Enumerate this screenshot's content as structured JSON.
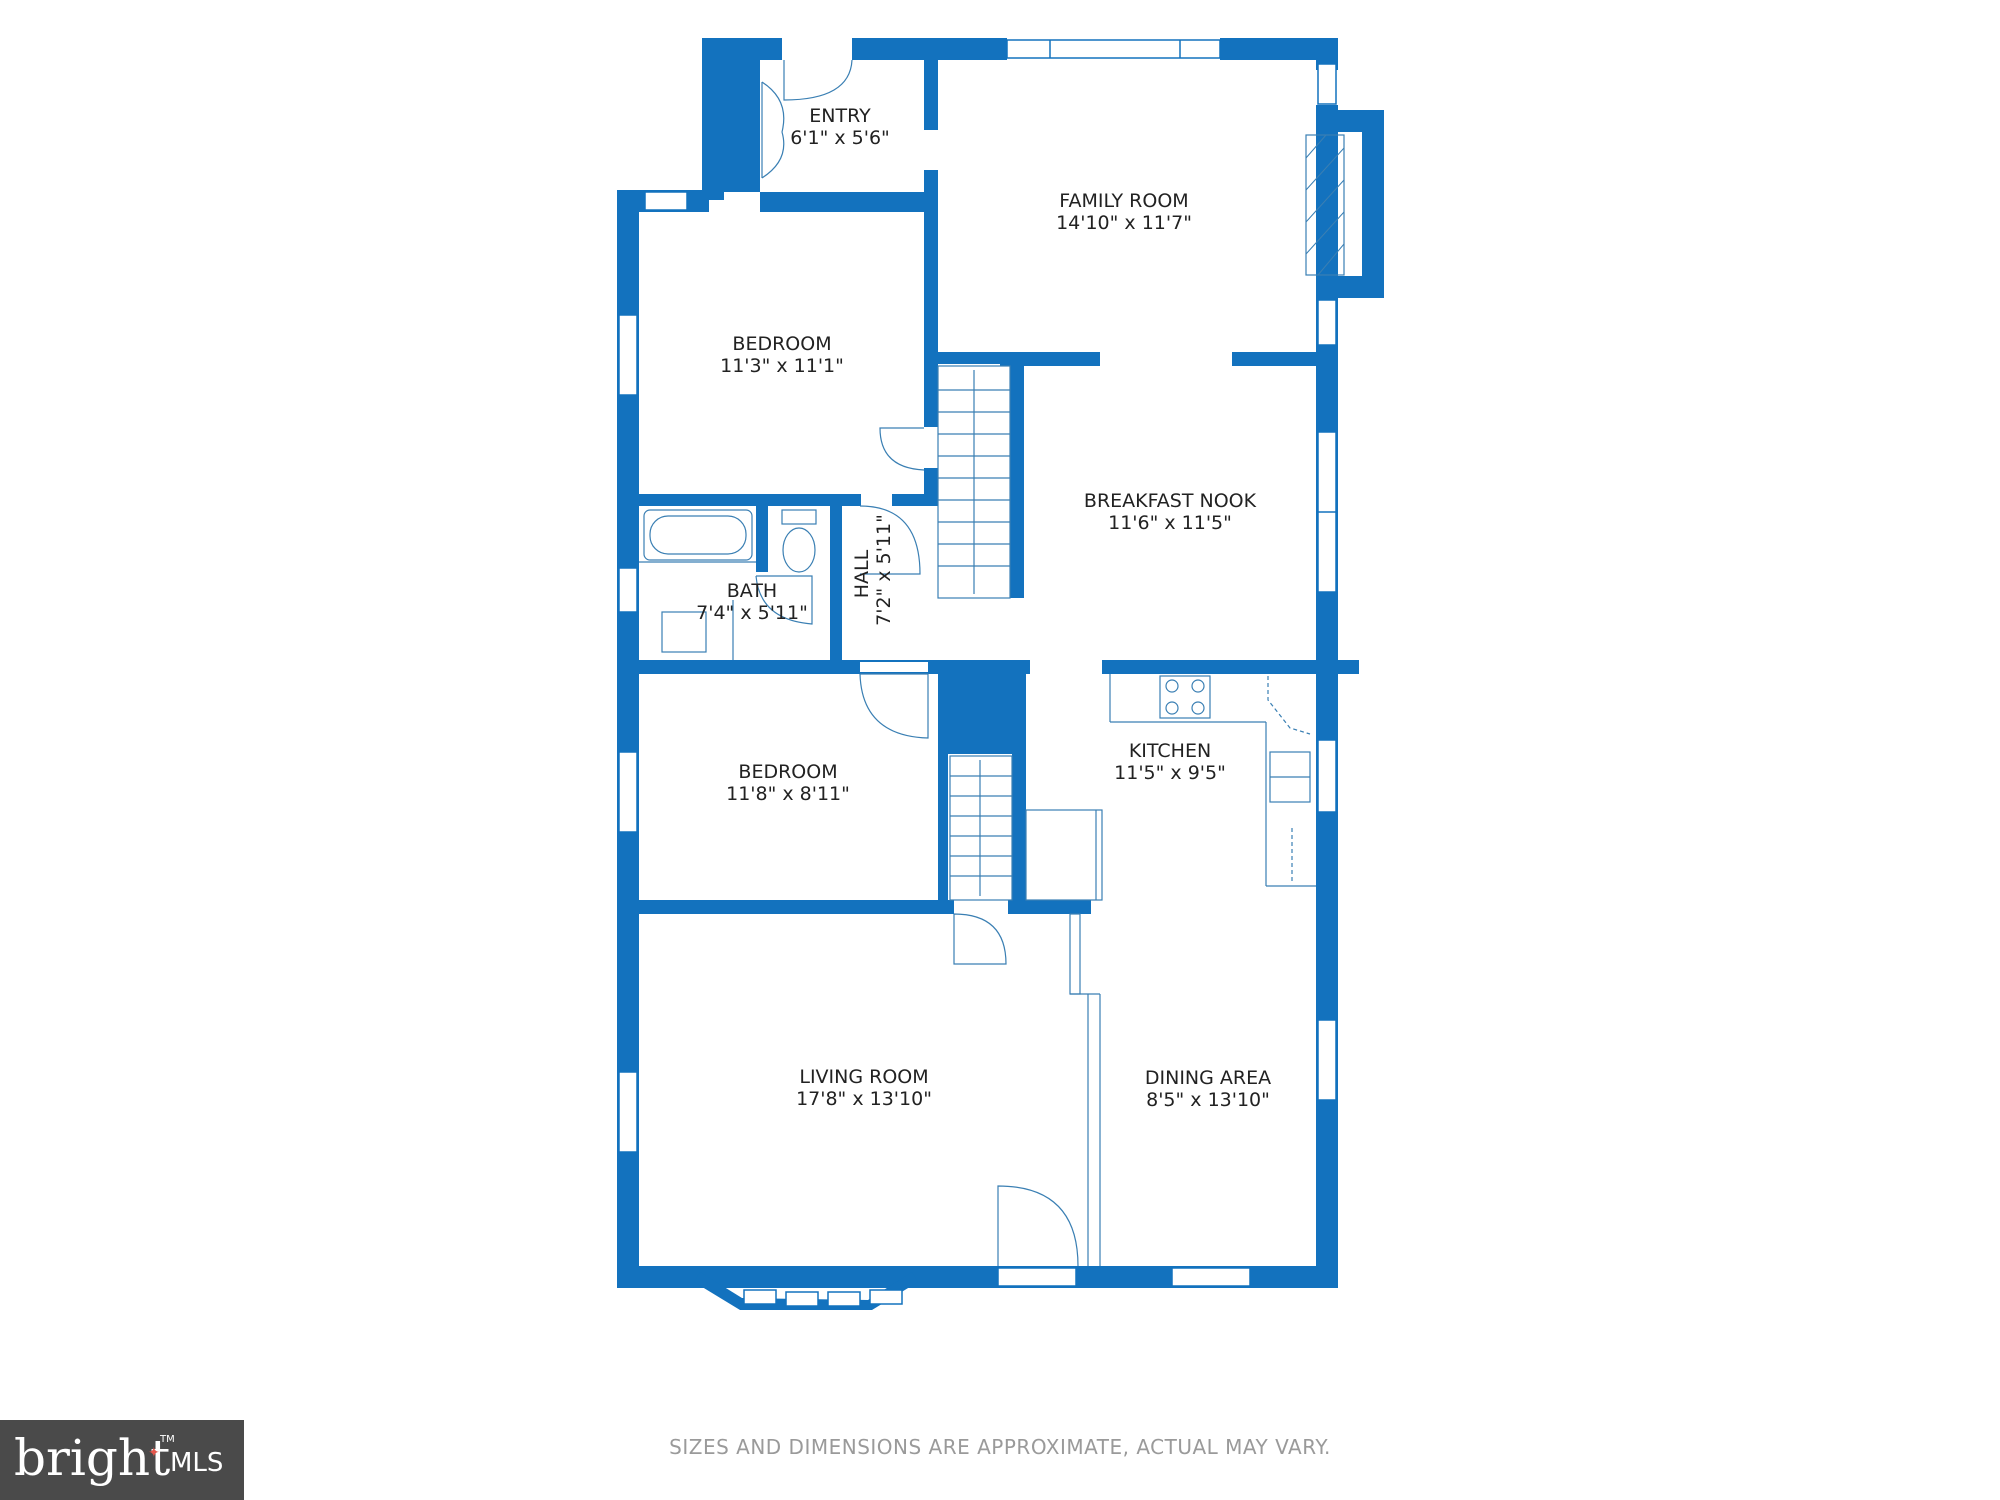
{
  "rooms": [
    {
      "id": "entry",
      "name": "ENTRY",
      "dims": "6'1\" x 5'6\""
    },
    {
      "id": "family",
      "name": "FAMILY ROOM",
      "dims": "14'10\" x 11'7\""
    },
    {
      "id": "bedroom1",
      "name": "BEDROOM",
      "dims": "11'3\" x 11'1\""
    },
    {
      "id": "breakfast",
      "name": "BREAKFAST NOOK",
      "dims": "11'6\" x 11'5\""
    },
    {
      "id": "bath",
      "name": "BATH",
      "dims": "7'4\" x 5'11\""
    },
    {
      "id": "hall",
      "name": "HALL",
      "dims": "7'2\" x 5'11\""
    },
    {
      "id": "bedroom2",
      "name": "BEDROOM",
      "dims": "11'8\" x 8'11\""
    },
    {
      "id": "kitchen",
      "name": "KITCHEN",
      "dims": "11'5\" x 9'5\""
    },
    {
      "id": "living",
      "name": "LIVING ROOM",
      "dims": "17'8\" x 13'10\""
    },
    {
      "id": "dining",
      "name": "DINING AREA",
      "dims": "8'5\" x 13'10\""
    }
  ],
  "disclaimer": "SIZES AND DIMENSIONS ARE APPROXIMATE, ACTUAL MAY VARY.",
  "logo": {
    "word": "bright",
    "sub": "MLS",
    "tm": "TM"
  },
  "colors": {
    "wall": "#1372be",
    "fixture": "#3a7fb3",
    "text": "#222222",
    "disclaimer": "#9a9a9a",
    "logo_bg": "#4a4a4a"
  }
}
